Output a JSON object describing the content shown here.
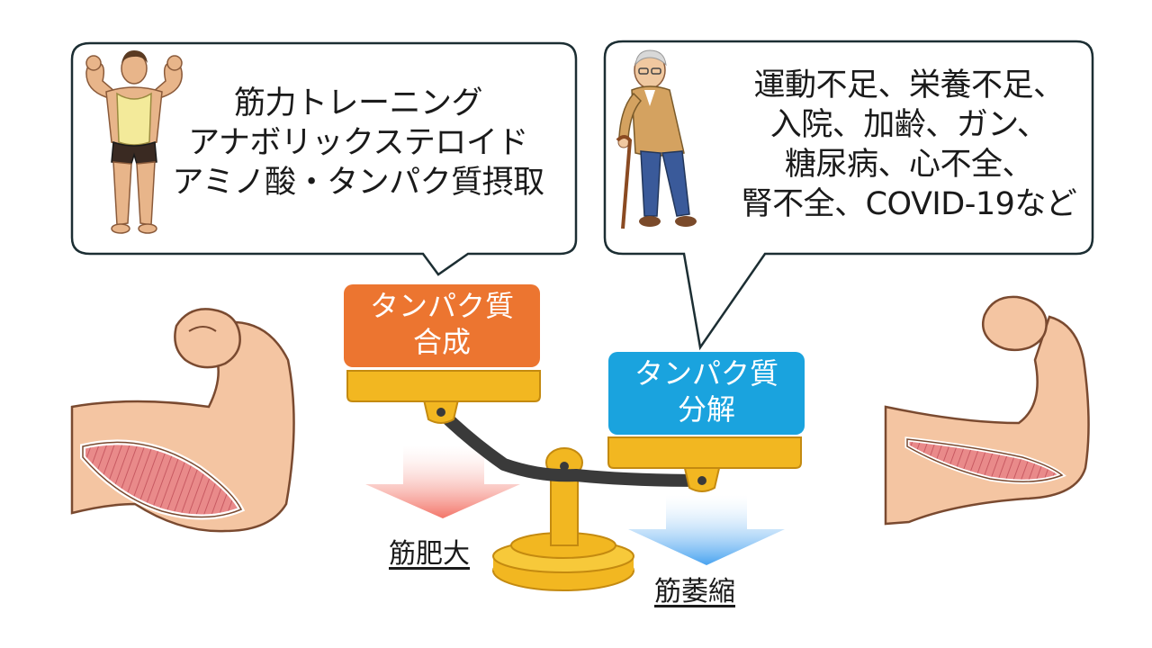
{
  "left_bubble": {
    "lines": [
      "筋力トレーニング",
      "アナボリックステロイド",
      "アミノ酸・タンパク質摂取"
    ]
  },
  "right_bubble": {
    "lines": [
      "運動不足、栄養不足、",
      "入院、加齢、ガン、",
      "糖尿病、心不全、",
      "腎不全、COVID-19など"
    ]
  },
  "synthesis_box": {
    "line1": "タンパク質",
    "line2": "合成",
    "color": "#ec7530"
  },
  "breakdown_box": {
    "line1": "タンパク質",
    "line2": "分解",
    "color": "#1aa3de"
  },
  "results": {
    "hypertrophy": "筋肥大",
    "atrophy": "筋萎縮"
  },
  "colors": {
    "scale_gold": "#f2b721",
    "beam_dark": "#3a3a3a",
    "arrow_red": "#f47a6e",
    "arrow_blue": "#5aaef0",
    "bubble_border": "#1c2e33"
  },
  "icons": [
    "bodybuilder-icon",
    "elderly-man-icon",
    "flexed-arm-icon",
    "balance-scale-icon"
  ]
}
